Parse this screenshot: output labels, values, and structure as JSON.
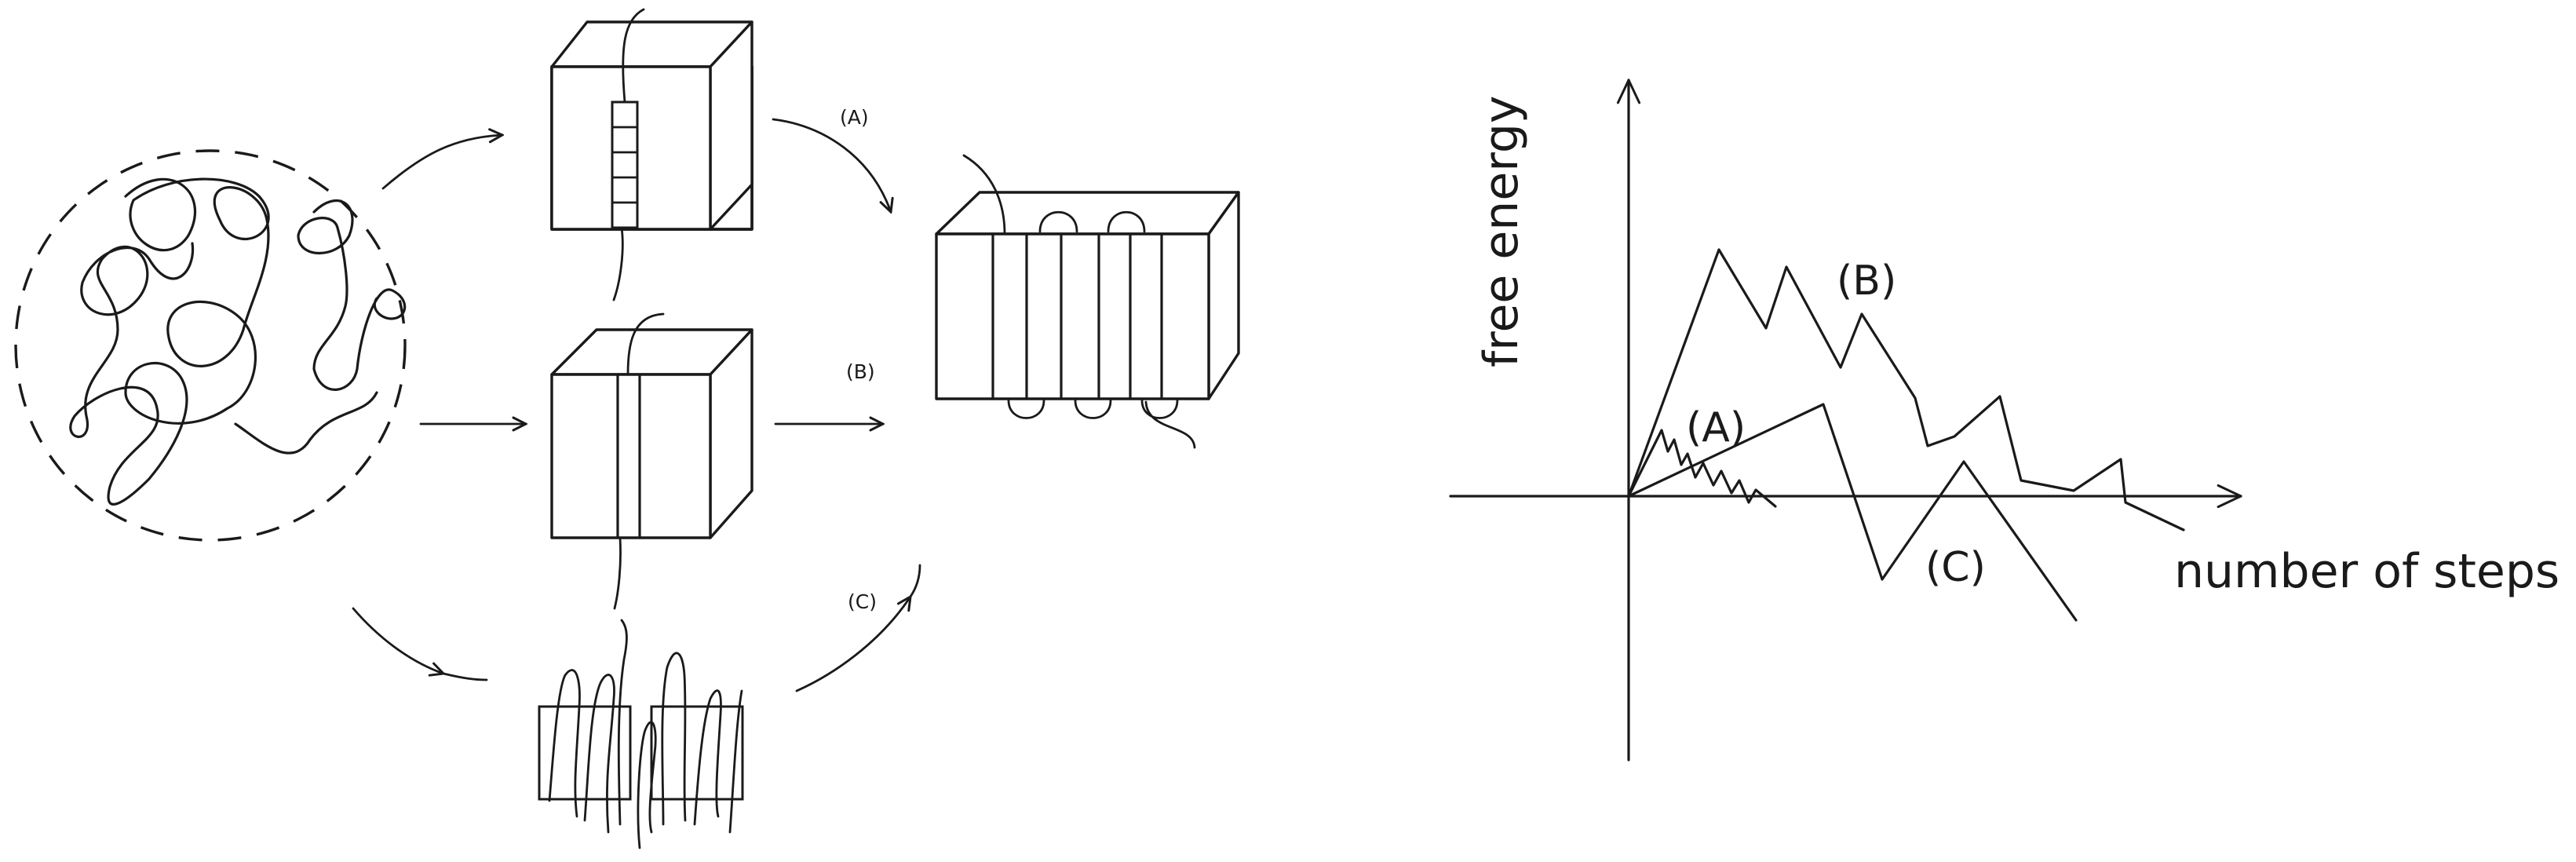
{
  "pathway_labels": {
    "a": "(A)",
    "b": "(B)",
    "c": "(C)"
  },
  "energy_plot": {
    "y_axis_title": "free energy",
    "x_axis_title": "number of steps",
    "curve_labels": {
      "a": "(A)",
      "b": "(B)",
      "c": "(C)"
    }
  }
}
